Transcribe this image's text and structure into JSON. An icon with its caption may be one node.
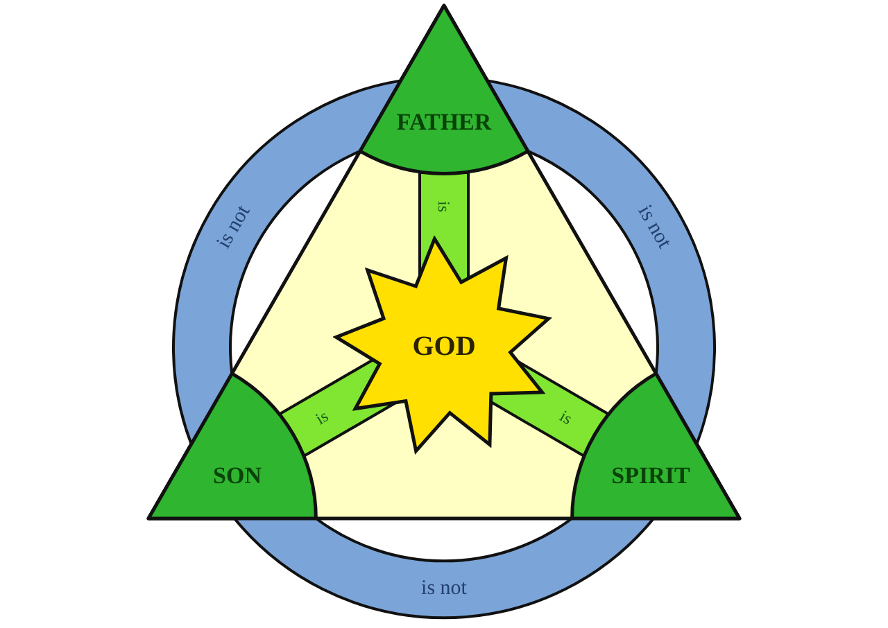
{
  "diagram": {
    "nodes": [
      {
        "text": [
          "FATHER"
        ]
      },
      {
        "text": [
          "GOD"
        ]
      },
      {
        "text": [
          "SON"
        ]
      },
      {
        "text": [
          "SPIRIT"
        ]
      }
    ],
    "edges": [
      {
        "from": 0,
        "to": 1,
        "arrow": "none",
        "label": "is",
        "style": "thick",
        "color": "#80e632"
      },
      {
        "from": 0,
        "to": 2,
        "arrow": "none",
        "label": "is not",
        "style": "thick",
        "color": "#7ba4d8"
      },
      {
        "from": 0,
        "to": 3,
        "arrow": "none",
        "label": "is not",
        "style": "thick",
        "color": "#7ba4d8"
      },
      {
        "from": 2,
        "to": 1,
        "arrow": "none",
        "label": "is",
        "style": "thick",
        "color": "#80e632"
      },
      {
        "from": 3,
        "to": 1,
        "arrow": "none",
        "label": "is",
        "style": "thick",
        "color": "#80e632"
      },
      {
        "from": 2,
        "to": 3,
        "arrow": "none",
        "label": "is not",
        "style": "thick",
        "color": "#7ba4d8"
      }
    ]
  }
}
